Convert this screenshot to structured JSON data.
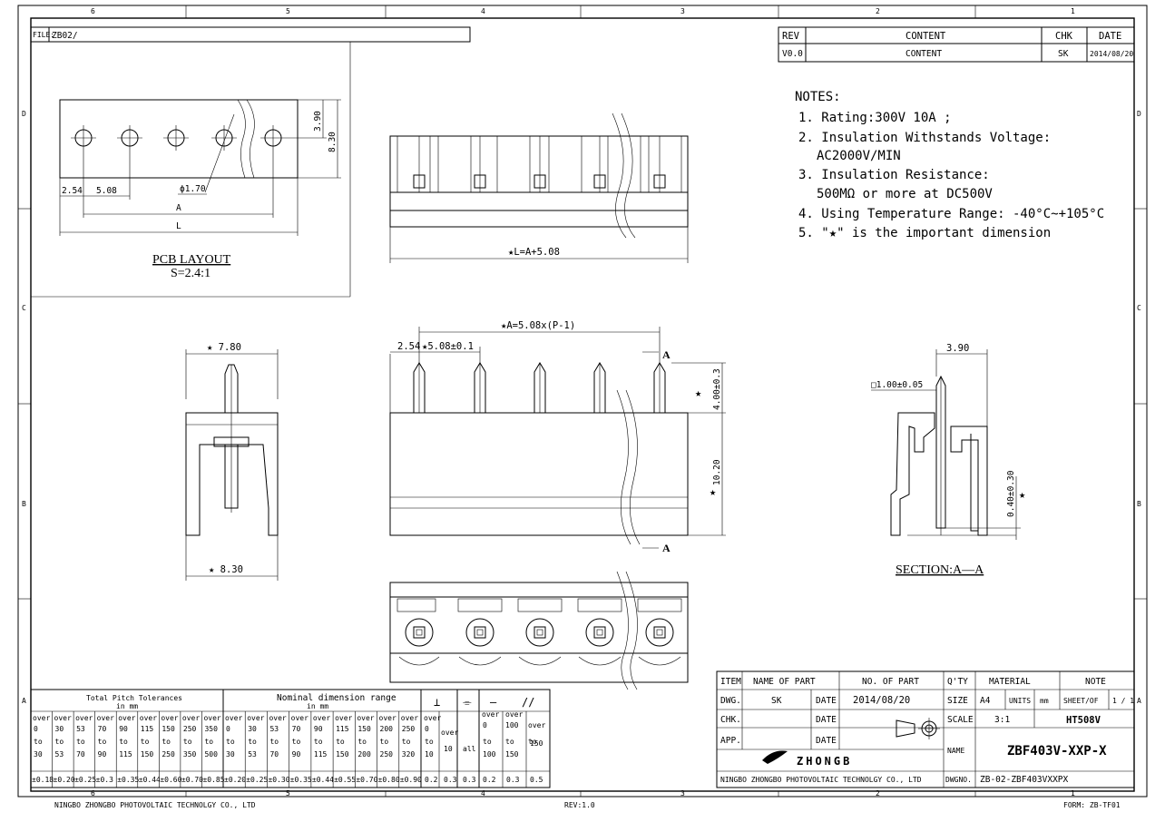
{
  "frame": {
    "cols": [
      "6",
      "5",
      "4",
      "3",
      "2",
      "1"
    ],
    "rows": [
      "D",
      "C",
      "B",
      "A"
    ]
  },
  "file": {
    "label": "FILE:",
    "value": "ZB02/"
  },
  "revision_table": {
    "headers": [
      "REV",
      "CONTENT",
      "CHK",
      "DATE"
    ],
    "row": [
      "V0.0",
      "CONTENT",
      "SK",
      "2014/08/20"
    ]
  },
  "notes": {
    "title": "NOTES:",
    "items": [
      "1. Rating:300V 10A ;",
      "2. Insulation Withstands Voltage:",
      "AC2000V/MIN",
      "3. Insulation Resistance:",
      "500MΩ or more at DC500V",
      "4. Using Temperature Range:  -40°C~+105°C",
      "5. \"★\" is the important dimension"
    ]
  },
  "pcb_layout": {
    "title": "PCB LAYOUT",
    "scale": "S=2.4:1",
    "dims": {
      "pitch_edge": "2.54",
      "pitch": "5.08",
      "hole": "ϕ1.70",
      "A": "A",
      "L": "L",
      "h1": "3.90",
      "h2": "8.30"
    }
  },
  "top_view": {
    "length": "★L=A+5.08"
  },
  "side_view": {
    "top": "★ 7.80",
    "bottom": "★ 8.30"
  },
  "front_view": {
    "A_formula": "★A=5.08x(P-1)",
    "edge": "2.54",
    "pitch": "★5.08±0.1",
    "pin_h": "4.00±0.3",
    "body_h": "10.20",
    "section_mark": "A"
  },
  "section": {
    "title": "SECTION:A—A",
    "width": "3.90",
    "pin": "□1.00±0.05",
    "offset": "0.40±0.30"
  },
  "tolerance_table": {
    "left_title": "Total Pitch Tolerances",
    "right_title": "Nominal dimension range",
    "unit": "in mm",
    "pitch_over": [
      "0",
      "30",
      "53",
      "70",
      "90",
      "115",
      "150",
      "250",
      "350"
    ],
    "pitch_to": [
      "30",
      "53",
      "70",
      "90",
      "115",
      "150",
      "250",
      "350",
      "500"
    ],
    "pitch_tol": [
      "±0.18",
      "±0.20",
      "±0.25",
      "±0.3",
      "±0.35",
      "±0.44",
      "±0.60",
      "±0.70",
      "±0.85"
    ],
    "nom_over": [
      "0",
      "30",
      "53",
      "70",
      "90",
      "115",
      "150",
      "200",
      "250"
    ],
    "nom_to": [
      "30",
      "53",
      "70",
      "90",
      "115",
      "150",
      "200",
      "250",
      "320"
    ],
    "nom_tol": [
      "±0.20",
      "±0.25",
      "±0.30",
      "±0.35",
      "±0.44",
      "±0.55",
      "±0.70",
      "±0.80",
      "±0.90"
    ],
    "geo_symbols": [
      "⊥",
      "⌯",
      "—",
      "//"
    ],
    "perp_over": [
      "0",
      "over"
    ],
    "perp_to": [
      "10",
      "10"
    ],
    "perp_tol": [
      "0.2",
      "0.3"
    ],
    "sym_label": "all",
    "sym_tol": "0.3",
    "straight_over": [
      "0",
      "100",
      "over"
    ],
    "straight_to": [
      "100",
      "150",
      "150"
    ],
    "straight_tol": [
      "0.2",
      "0.3",
      "0.5"
    ],
    "over_word": "over",
    "to_word": "to"
  },
  "title_block": {
    "item": "ITEM",
    "name_of_part": "NAME OF PART",
    "no_of_part": "NO. OF PART",
    "qty": "Q'TY",
    "material": "MATERIAL",
    "note": "NOTE",
    "dwg": "DWG.",
    "dwg_by": "SK",
    "date_label": "DATE",
    "dwg_date": "2014/08/20",
    "size": "SIZE",
    "size_val": "A4",
    "units": "UNITS",
    "units_val": "mm",
    "sheet": "SHEET/OF",
    "sheet_val": "1 / 1",
    "chk": "CHK.",
    "scale": "SCALE",
    "scale_val": "3:1",
    "material_val": "HT508V",
    "app": "APP.",
    "name": "NAME",
    "name_val": "ZBF403V-XXP-X",
    "logo": "ZHONGB",
    "company": "NINGBO ZHONGBO PHOTOVOLTAIC TECHNOLGY CO., LTD",
    "dwgno": "DWGNO.",
    "dwgno_val": "ZB-02-ZBF403VXXPX"
  },
  "footer": {
    "company": "NINGBO ZHONGBO PHOTOVOLTAIC TECHNOLGY CO., LTD",
    "rev": "REV:1.0",
    "form": "FORM: ZB-TF01"
  }
}
